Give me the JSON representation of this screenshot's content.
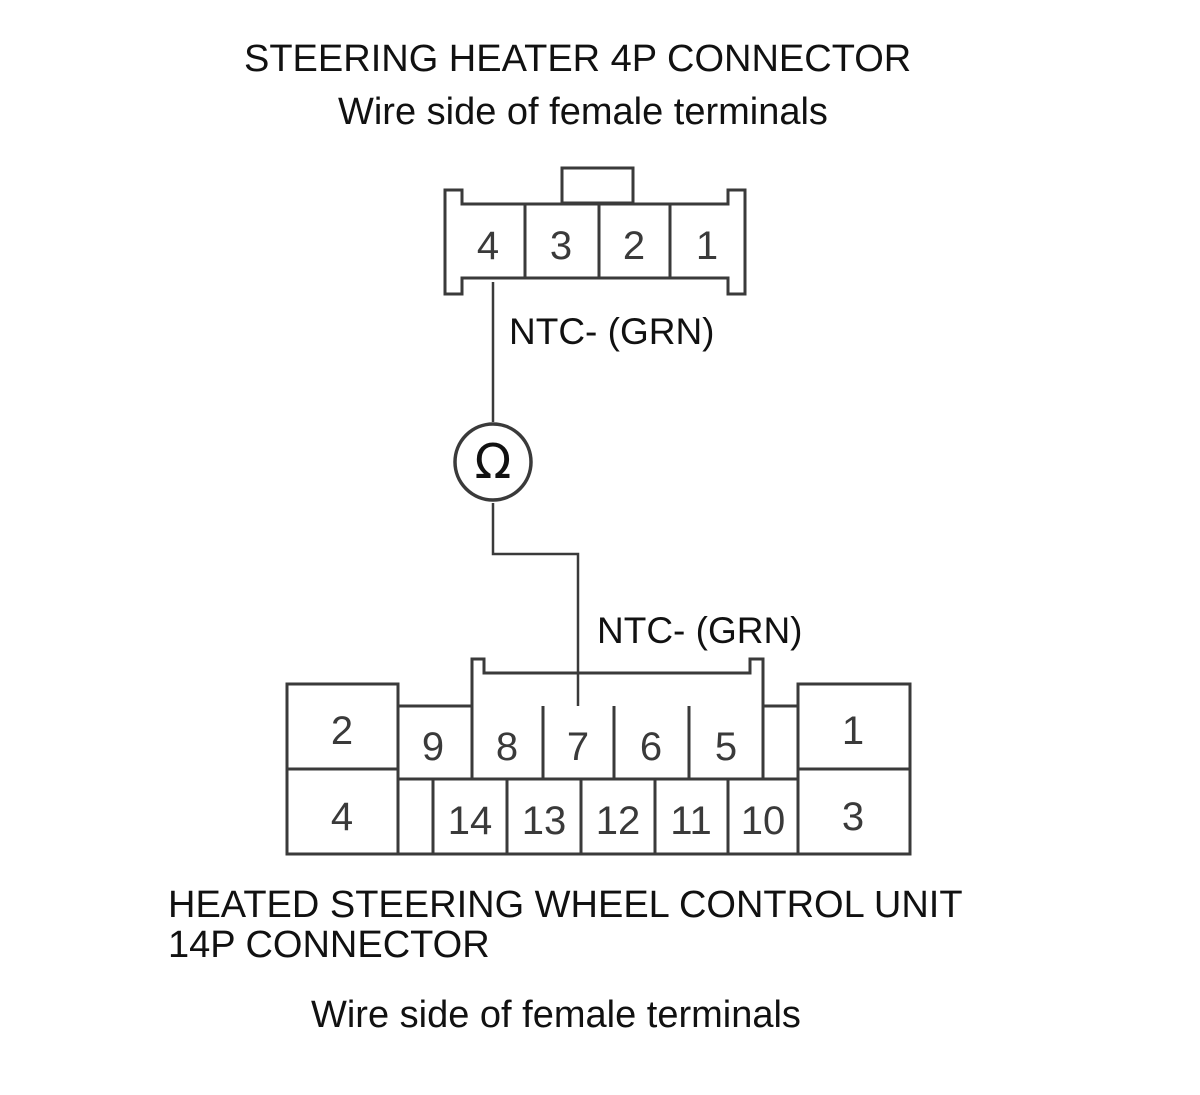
{
  "top_connector": {
    "title": "STEERING HEATER 4P CONNECTOR",
    "subtitle": "Wire side of female terminals",
    "pins": [
      "4",
      "3",
      "2",
      "1"
    ]
  },
  "wire_label_top": "NTC- (GRN)",
  "wire_label_bottom": "NTC- (GRN)",
  "meter_symbol": "Ω",
  "bottom_connector": {
    "title_line1": "HEATED STEERING WHEEL CONTROL UNIT",
    "title_line2": "14P CONNECTOR",
    "subtitle": "Wire side of female terminals",
    "pins_upper": [
      "9",
      "8",
      "7",
      "6",
      "5"
    ],
    "pins_lower": [
      "14",
      "13",
      "12",
      "11",
      "10"
    ],
    "pin_left_upper": "2",
    "pin_left_lower": "4",
    "pin_right_upper": "1",
    "pin_right_lower": "3"
  },
  "colors": {
    "line": "#3a3a3a",
    "text": "#111111"
  }
}
